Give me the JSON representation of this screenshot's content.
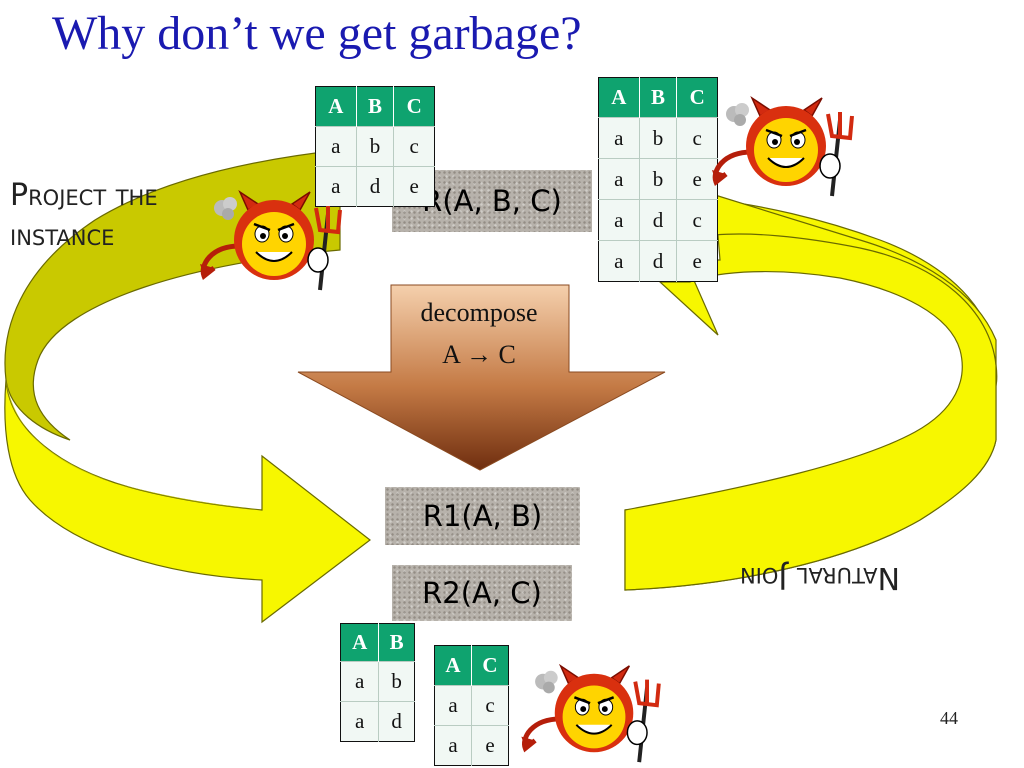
{
  "title": "Why don’t we get garbage?",
  "labels": {
    "project_line1": "Project the",
    "project_line2": "instance",
    "natural_join": "Natural Join"
  },
  "schemas": {
    "r": "R(A, B, C)",
    "r1": "R1(A, B)",
    "r2": "R2(A, C)"
  },
  "decompose": {
    "line1": "decompose",
    "line2": "A → C"
  },
  "tables": {
    "project_abc": {
      "headers": [
        "A",
        "B",
        "C"
      ],
      "rows": [
        [
          "a",
          "b",
          "c"
        ],
        [
          "a",
          "d",
          "e"
        ]
      ]
    },
    "joined_abc": {
      "headers": [
        "A",
        "B",
        "C"
      ],
      "rows": [
        [
          "a",
          "b",
          "c"
        ],
        [
          "a",
          "b",
          "e"
        ],
        [
          "a",
          "d",
          "c"
        ],
        [
          "a",
          "d",
          "e"
        ]
      ]
    },
    "r1_ab": {
      "headers": [
        "A",
        "B"
      ],
      "rows": [
        [
          "a",
          "b"
        ],
        [
          "a",
          "d"
        ]
      ]
    },
    "r2_ac": {
      "headers": [
        "A",
        "C"
      ],
      "rows": [
        [
          "a",
          "c"
        ],
        [
          "a",
          "e"
        ]
      ]
    }
  },
  "page_number": "44",
  "colors": {
    "title": "#1a1ab0",
    "arrow_fill": "#f7f700",
    "arrow_shade": "#c8c800",
    "table_header": "#0fa36f",
    "table_body": "#f1f8f4",
    "decompose_top": "#f3c9a3",
    "decompose_bottom": "#7a3512",
    "devil_face": "#ffd400",
    "devil_horns": "#d22a10"
  },
  "icons": [
    "devil-icon",
    "pitchfork-icon",
    "smoke-puff-icon"
  ]
}
